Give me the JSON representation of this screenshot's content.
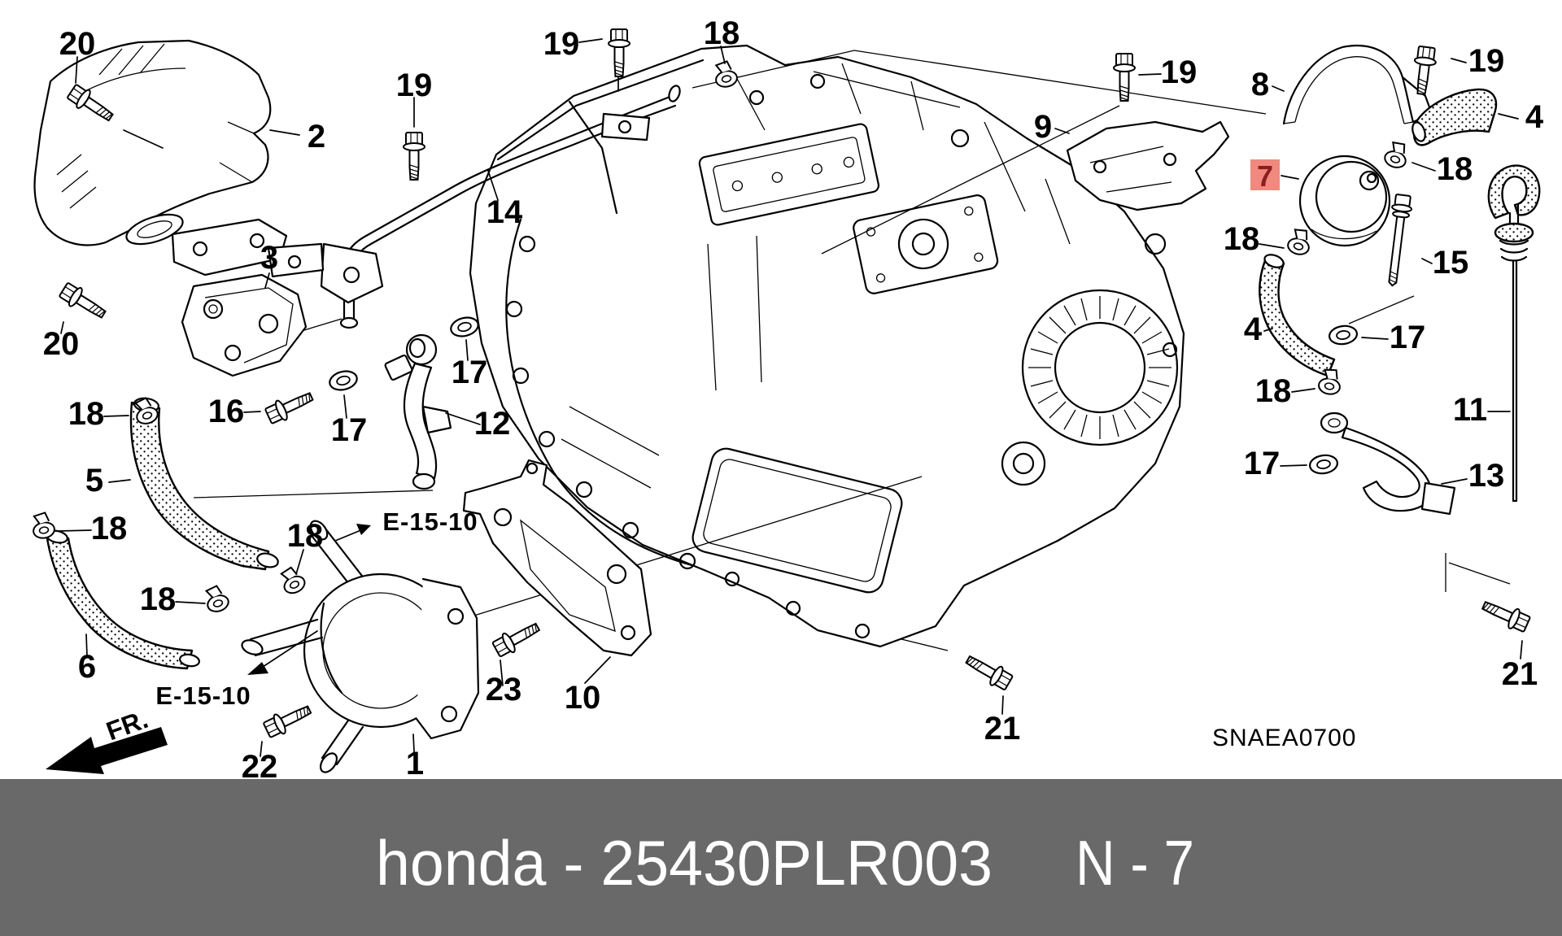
{
  "colors": {
    "background": "#ffffff",
    "line": "#000000",
    "footer_bar": "#696969",
    "footer_text": "#ffffff",
    "highlight_box": "#f0897e",
    "highlight_text": "#8b1f1f"
  },
  "footer": {
    "brand_part": "honda - 25430PLR003",
    "page_ref": "N - 7"
  },
  "diagram_code": "SNAEA0700",
  "zone_refs": {
    "upper": "E-15-10",
    "lower": "E-15-10"
  },
  "front_label": "FR.",
  "highlight": {
    "ref": "7"
  },
  "callouts": {
    "n20a": "20",
    "n2": "2",
    "n19a": "19",
    "n19b": "19",
    "n18a": "18",
    "n14": "14",
    "n3": "3",
    "n9": "9",
    "n19c": "19",
    "n8": "8",
    "n19d": "19",
    "n4a": "4",
    "n18b": "18",
    "n18c": "18",
    "n15": "15",
    "n4b": "4",
    "n17c": "17",
    "n18e": "18",
    "n11": "11",
    "n13": "13",
    "n17d": "17",
    "n20b": "20",
    "n18f": "18",
    "n16": "16",
    "n17a": "17",
    "n17b": "17",
    "n12": "12",
    "n5": "5",
    "n18g": "18",
    "n18h": "18",
    "n18i": "18",
    "n6": "6",
    "n23": "23",
    "n10": "10",
    "n1": "1",
    "n22": "22",
    "n21a": "21",
    "n21b": "21"
  }
}
